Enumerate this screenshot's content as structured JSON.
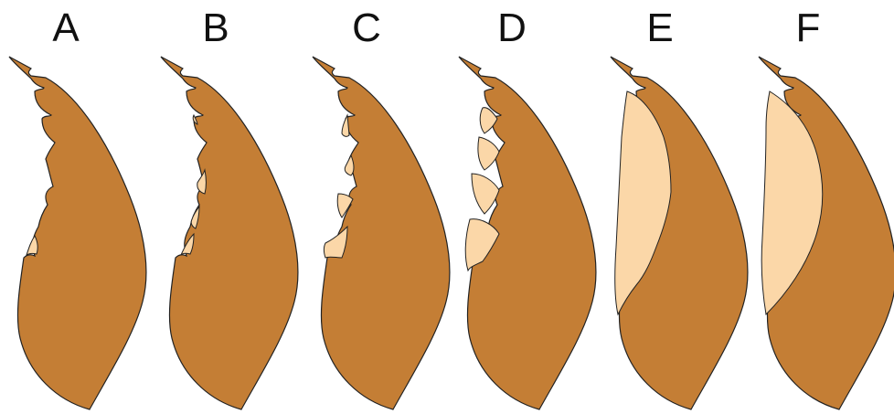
{
  "colors": {
    "background": "#ffffff",
    "body": "#c47e35",
    "worn": "#fbd7a8",
    "outline": "#222222",
    "label": "#111111"
  },
  "panels": [
    {
      "label": "A",
      "wear_stage": 0
    },
    {
      "label": "B",
      "wear_stage": 1
    },
    {
      "label": "C",
      "wear_stage": 2
    },
    {
      "label": "D",
      "wear_stage": 3
    },
    {
      "label": "E",
      "wear_stage": 4
    },
    {
      "label": "F",
      "wear_stage": 5
    }
  ]
}
